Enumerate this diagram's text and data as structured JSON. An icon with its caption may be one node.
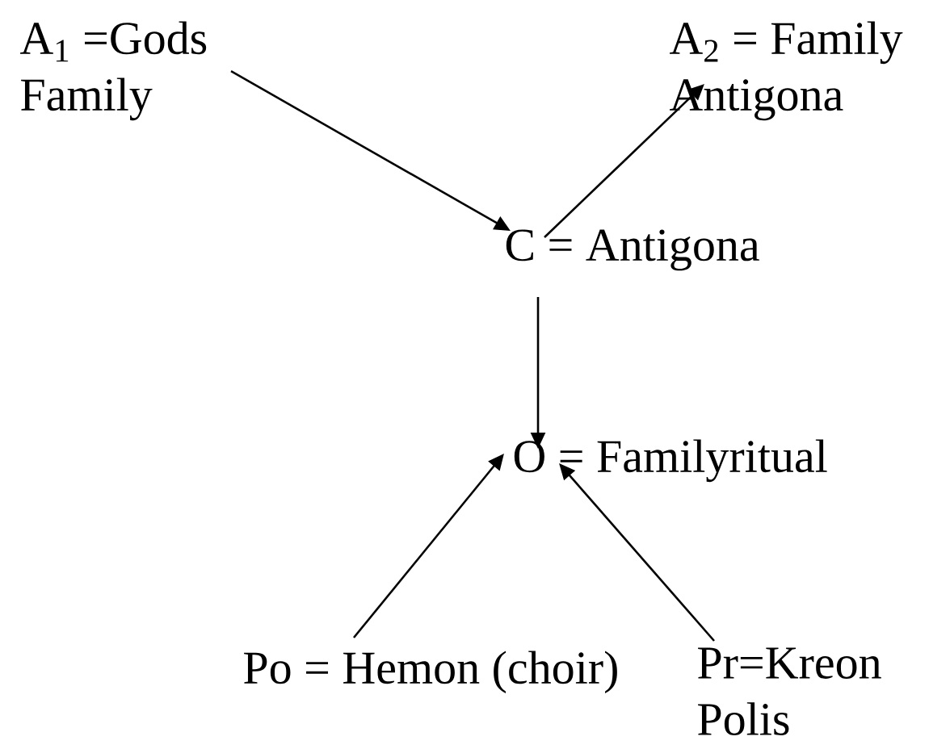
{
  "diagram": {
    "nodes": [
      {
        "text": [
          "A$_{1}$ =Gods Family"
        ]
      },
      {
        "text": [
          "A$_{2}$ = Family Antigona"
        ]
      },
      {
        "text": [
          "C = Antigona"
        ]
      },
      {
        "text": [
          "O = Familyritual"
        ]
      },
      {
        "text": [
          "Po = Hemon (choir)"
        ]
      },
      {
        "text": [
          "Pr=Kreon Polis"
        ]
      }
    ],
    "edges": [
      {
        "from": 0,
        "to": 2,
        "arrow": "to"
      },
      {
        "from": 2,
        "to": 1,
        "arrow": "to"
      },
      {
        "from": 2,
        "to": 3,
        "arrow": "to"
      },
      {
        "from": 4,
        "to": 3,
        "arrow": "to"
      },
      {
        "from": 5,
        "to": 3,
        "arrow": "to"
      }
    ]
  }
}
